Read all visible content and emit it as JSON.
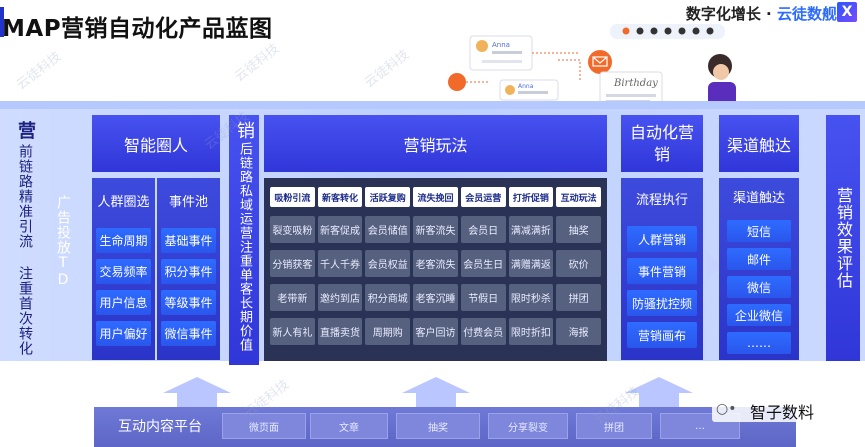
{
  "header": {
    "title": "MAP营销自动化产品蓝图",
    "brand_prefix": "数字化增长 · ",
    "brand_name": "云徒数舰",
    "brand_logo_letter": "X"
  },
  "left_col_1": {
    "title": "营",
    "text": "前链路精准引流 注重首次转化"
  },
  "left_col_2": {
    "text": "广告投放TD"
  },
  "crowd": {
    "title": "智能圈人",
    "selection": {
      "title": "人群圈选",
      "items": [
        "生命周期",
        "交易频率",
        "用户信息",
        "用户偏好"
      ]
    },
    "events": {
      "title": "事件池",
      "items": [
        "基础事件",
        "积分事件",
        "等级事件",
        "微信事件"
      ]
    }
  },
  "after_col": {
    "title": "销",
    "text": "后链路私域运营注重单客长期价值"
  },
  "marketing_play": {
    "title": "营销玩法",
    "headers": [
      "吸粉引流",
      "新客转化",
      "活跃复购",
      "流失挽回",
      "会员运营",
      "打折促销",
      "互动玩法"
    ],
    "rows": [
      [
        "裂变吸粉",
        "新客促成",
        "会员储值",
        "新客流失",
        "会员日",
        "满减满折",
        "抽奖"
      ],
      [
        "分销获客",
        "千人千券",
        "会员权益",
        "老客流失",
        "会员生日",
        "满赠满返",
        "砍价"
      ],
      [
        "老带新",
        "邀约到店",
        "积分商城",
        "老客沉睡",
        "节假日",
        "限时秒杀",
        "拼团"
      ],
      [
        "新人有礼",
        "直播卖货",
        "周期购",
        "客户回访",
        "付费会员",
        "限时折扣",
        "海报"
      ]
    ]
  },
  "automation": {
    "title": "自动化营销",
    "sub_title": "流程执行",
    "items": [
      "人群营销",
      "事件营销",
      "防骚扰控频",
      "营销画布"
    ]
  },
  "channel": {
    "title": "渠道触达",
    "sub_title": "渠道触达",
    "items": [
      "短信",
      "邮件",
      "微信",
      "企业微信",
      "……"
    ]
  },
  "evaluation": {
    "text": "营销效果评估"
  },
  "platform": {
    "label": "互动内容平台",
    "items": [
      "微页面",
      "文章",
      "抽奖",
      "分享裂变",
      "拼团",
      "…"
    ]
  },
  "illustration": {
    "card1_name": "Anna",
    "card2_name": "Anna",
    "card_script": "Birthday"
  },
  "watermark": {
    "text": "云徒科技"
  },
  "footer": {
    "wechat_account": "智子数料"
  },
  "colors": {
    "accent": "#2d6bff",
    "header_blue": "#3a44e0",
    "dark_panel": "#2a3356",
    "button_blue": "#2a5cf0"
  }
}
